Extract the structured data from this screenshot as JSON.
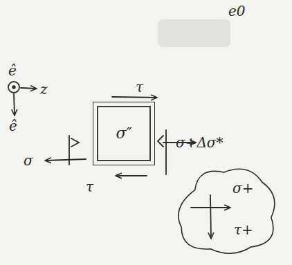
{
  "diagram": {
    "nodes": [
      {
        "text": [
          "σ″"
        ]
      },
      {
        "text": [
          "σ+",
          "τ+"
        ]
      }
    ],
    "labels": [
      "ê",
      "z",
      "ê",
      "τ",
      "σ",
      "σ+Δσ*",
      "τ",
      "e0"
    ]
  }
}
